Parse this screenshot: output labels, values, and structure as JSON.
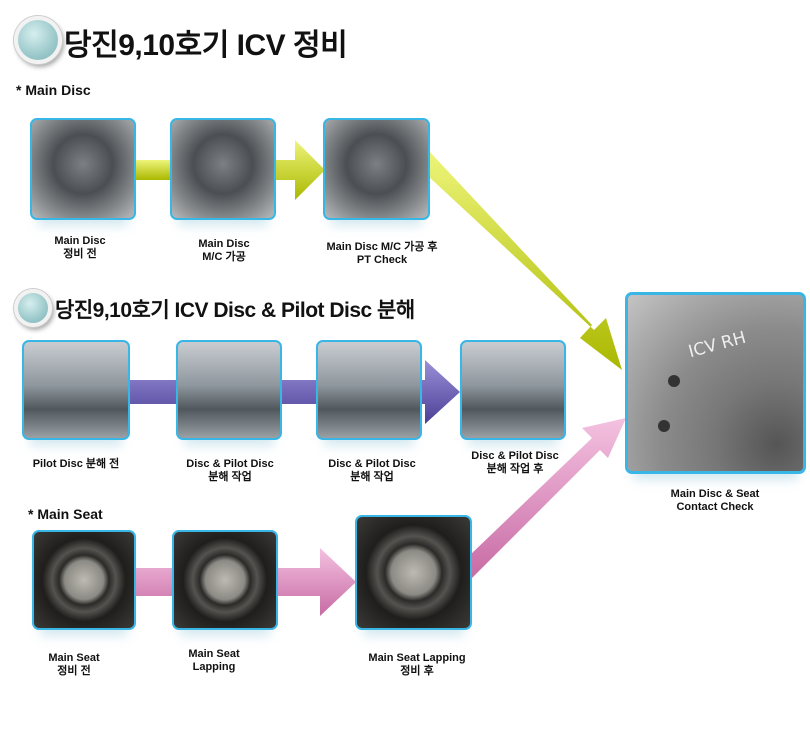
{
  "title": "당진9,10호기 ICV 정비",
  "section1": {
    "heading": "* Main Disc",
    "steps": [
      {
        "line1": "Main Disc",
        "line2": "정비 전"
      },
      {
        "line1": "Main Disc",
        "line2": "M/C 가공"
      },
      {
        "line1": "Main Disc M/C 가공 후",
        "line2": "PT Check"
      }
    ]
  },
  "section2": {
    "title": "당진9,10호기 ICV Disc & Pilot Disc 분해",
    "steps": [
      {
        "line1": "Pilot Disc 분해 전"
      },
      {
        "line1": "Disc & Pilot Disc",
        "line2": "분해 작업"
      },
      {
        "line1": "Disc & Pilot Disc",
        "line2": "분해 작업"
      },
      {
        "line1": "Disc & Pilot Disc",
        "line2": "분해 작업 후"
      }
    ]
  },
  "section3": {
    "heading": "* Main Seat",
    "steps": [
      {
        "line1": "Main Seat",
        "line2": "정비 전"
      },
      {
        "line1": "Main Seat",
        "line2": "Lapping"
      },
      {
        "line1": "Main Seat  Lapping",
        "line2": "정비 후"
      }
    ]
  },
  "result": {
    "line1": "Main Disc & Seat",
    "line2": "Contact Check",
    "photo_marking": "ICV RH"
  },
  "colors": {
    "yellow_arrow": "#c8d400",
    "purple_arrow": "#6a5fb0",
    "pink_arrow": "#e08cc0",
    "photo_border": "#38b6e6"
  }
}
